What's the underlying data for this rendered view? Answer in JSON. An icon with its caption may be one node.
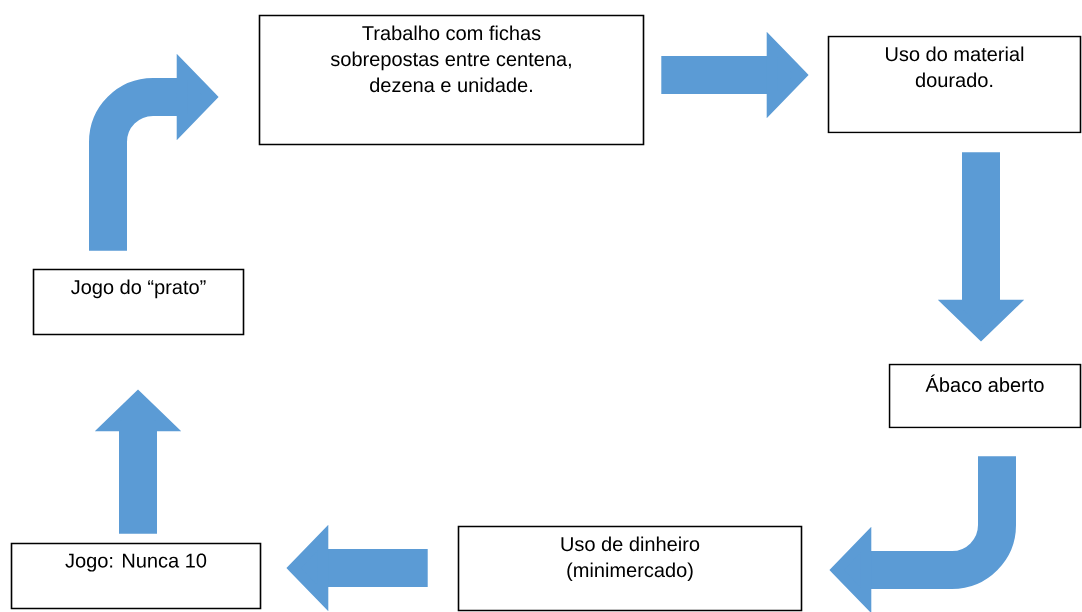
{
  "diagram": {
    "nodes": [
      {
        "text": [
          "Trabalho com fichas sobrepostas entre centena, dezena e unidade."
        ]
      },
      {
        "text": [
          "Uso do material dourado."
        ]
      },
      {
        "text": [
          "Ábaco aberto"
        ]
      },
      {
        "text": [
          "Uso de dinheiro (minimercado)"
        ]
      },
      {
        "text": [
          "Jogo: Nunca 10"
        ]
      },
      {
        "text": [
          "Jogo do “prato”"
        ]
      }
    ],
    "edges": [
      {
        "from": 0,
        "to": 1,
        "arrow": "to"
      },
      {
        "from": 1,
        "to": 2,
        "arrow": "to"
      },
      {
        "from": 2,
        "to": 3,
        "arrow": "to"
      },
      {
        "from": 3,
        "to": 4,
        "arrow": "to"
      },
      {
        "from": 4,
        "to": 5,
        "arrow": "to"
      },
      {
        "from": 5,
        "to": 0,
        "arrow": "to"
      }
    ]
  }
}
